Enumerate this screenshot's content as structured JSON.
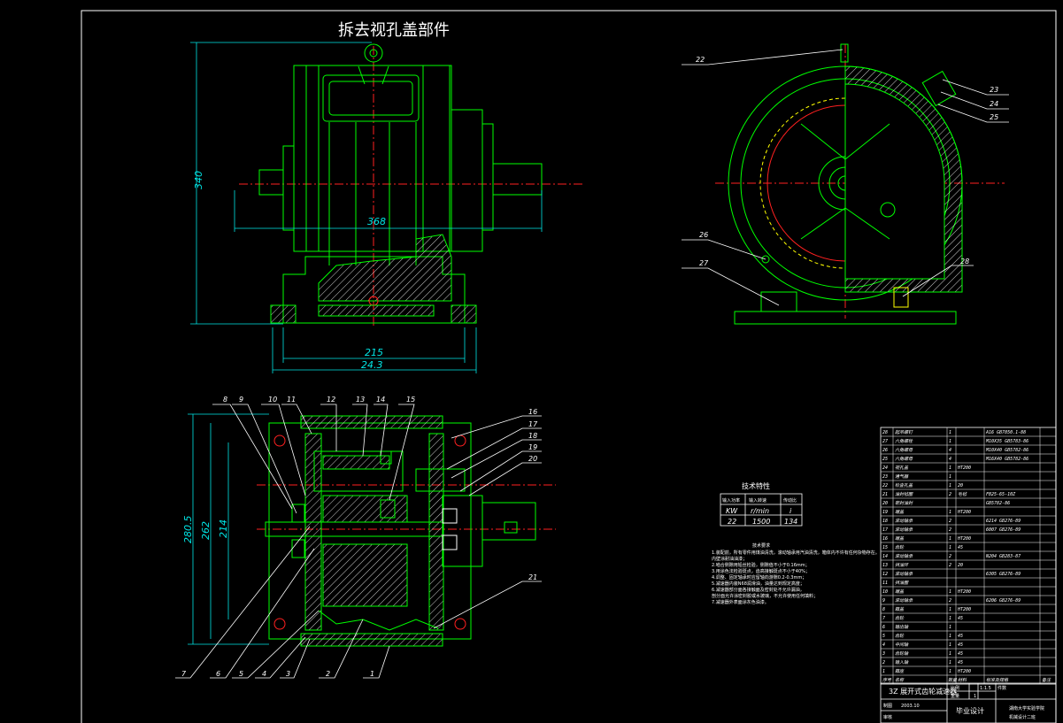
{
  "drawing_title": "拆去视孔盖部件",
  "front_view": {
    "dimensions": {
      "height": "340",
      "width": "368",
      "base_inner": "215",
      "base_outer": "24.3"
    }
  },
  "side_view": {
    "callouts": [
      "22",
      "23",
      "24",
      "25",
      "26",
      "27",
      "28"
    ]
  },
  "section_view": {
    "dimensions": {
      "outer": "280.5",
      "middle": "262",
      "inner": "214"
    },
    "callouts_top": [
      "8",
      "9",
      "10",
      "11",
      "12",
      "13",
      "14",
      "15"
    ],
    "callouts_right": [
      "16",
      "17",
      "18",
      "19",
      "20",
      "21"
    ],
    "callouts_bottom": [
      "7",
      "6",
      "5",
      "4",
      "3",
      "2",
      "1"
    ]
  },
  "tech_spec": {
    "title": "技术特性",
    "headers": [
      "输入功率",
      "输入转速",
      "传动比"
    ],
    "units": [
      "KW",
      "r/min",
      "i"
    ],
    "values": [
      "22",
      "1500",
      "134"
    ]
  },
  "tech_requirements": {
    "title": "技术要求",
    "lines": [
      "1.装配前，所有零件用煤油清洗，滚动轴承用汽油清洗，箱体内不许有任何杂物存在。",
      "  内壁涂耐油油漆；",
      "2.啮合侧隙用铅丝检验，侧隙值不小于0.16mm；",
      "3.用涂色法检验斑点，齿高接触斑点不小于40%；",
      "4.调整、固定轴承时应留轴向游隙0.2-0.3mm；",
      "5.减速器内装N68润滑油，油量达到规定高度；",
      "6.减速器部分面各接触面及密封处不允许漏油，",
      "  剖分面允许涂密封胶或水玻璃，不允许使用任何填料；",
      "7.减速器外表面涂灰色油漆。"
    ]
  },
  "parts_list": [
    {
      "no": "28",
      "name": "起吊螺钉",
      "qty": "1",
      "material": "",
      "std": "A16 GB7850.1-88"
    },
    {
      "no": "27",
      "name": "六角螺栓",
      "qty": "1",
      "material": "",
      "std": "M10X35 GB5783-86"
    },
    {
      "no": "26",
      "name": "六角螺母",
      "qty": "4",
      "material": "",
      "std": "M10X40 GB5782-86"
    },
    {
      "no": "25",
      "name": "六角螺母",
      "qty": "4",
      "material": "",
      "std": "M16X40 GB5782-86"
    },
    {
      "no": "24",
      "name": "视孔盖",
      "qty": "1",
      "material": "HT200",
      "std": ""
    },
    {
      "no": "23",
      "name": "通气器",
      "qty": "1",
      "material": "",
      "std": ""
    },
    {
      "no": "22",
      "name": "检查孔盖",
      "qty": "1",
      "material": "20",
      "std": ""
    },
    {
      "no": "21",
      "name": "油封毡圈",
      "qty": "2",
      "material": "毛毡",
      "std": "FB25-65-10Z"
    },
    {
      "no": "20",
      "name": "密封油封",
      "qty": "",
      "material": "",
      "std": "GB5782-86"
    },
    {
      "no": "19",
      "name": "端盖",
      "qty": "1",
      "material": "HT200",
      "std": ""
    },
    {
      "no": "18",
      "name": "滚动轴承",
      "qty": "2",
      "material": "",
      "std": "6214 GB276-89"
    },
    {
      "no": "17",
      "name": "滚动轴承",
      "qty": "2",
      "material": "",
      "std": "6007 GB276-89"
    },
    {
      "no": "16",
      "name": "端盖",
      "qty": "1",
      "material": "HT200",
      "std": ""
    },
    {
      "no": "15",
      "name": "齿轮",
      "qty": "1",
      "material": "45",
      "std": ""
    },
    {
      "no": "14",
      "name": "滚动轴承",
      "qty": "2",
      "material": "",
      "std": "N204 GB283-87"
    },
    {
      "no": "13",
      "name": "挡油环",
      "qty": "2",
      "material": "20",
      "std": ""
    },
    {
      "no": "12",
      "name": "滚动轴承",
      "qty": "",
      "material": "",
      "std": "6305 GB276-89"
    },
    {
      "no": "11",
      "name": "挡油圈",
      "qty": "",
      "material": "",
      "std": ""
    },
    {
      "no": "10",
      "name": "端盖",
      "qty": "1",
      "material": "HT200",
      "std": ""
    },
    {
      "no": "9",
      "name": "滚动轴承",
      "qty": "2",
      "material": "",
      "std": "6206 GB276-89"
    },
    {
      "no": "8",
      "name": "箱盖",
      "qty": "1",
      "material": "HT200",
      "std": ""
    },
    {
      "no": "7",
      "name": "齿轮",
      "qty": "1",
      "material": "45",
      "std": ""
    },
    {
      "no": "6",
      "name": "输出轴",
      "qty": "1",
      "material": "",
      "std": ""
    },
    {
      "no": "5",
      "name": "齿轮",
      "qty": "1",
      "material": "45",
      "std": ""
    },
    {
      "no": "4",
      "name": "中间轴",
      "qty": "1",
      "material": "45",
      "std": ""
    },
    {
      "no": "3",
      "name": "齿轮轴",
      "qty": "1",
      "material": "45",
      "std": ""
    },
    {
      "no": "2",
      "name": "输入轴",
      "qty": "1",
      "material": "45",
      "std": ""
    },
    {
      "no": "1",
      "name": "箱座",
      "qty": "1",
      "material": "HT200",
      "std": ""
    }
  ],
  "parts_header": {
    "no": "序号",
    "name": "名称",
    "qty": "数量",
    "material": "材料",
    "std": "标准及规格",
    "note": "备注"
  },
  "title_block": {
    "name": "3Z 展开式齿轮减速器",
    "scale_label": "比例",
    "scale": "1:1.5",
    "sheet_label": "件数",
    "sheet": "1",
    "weight_label": "重量",
    "drawn_label": "制图",
    "check_label": "审核",
    "date": "2003.10",
    "project": "毕业设计",
    "school": "湖南大学实验学院",
    "class": "机械设计二班"
  },
  "colors": {
    "outline": "#00ff00",
    "centerline": "#ff2020",
    "dimension": "#00e5e5",
    "hatch": "#ffffff",
    "callout": "#ffffff",
    "hidden": "#ffff00"
  }
}
